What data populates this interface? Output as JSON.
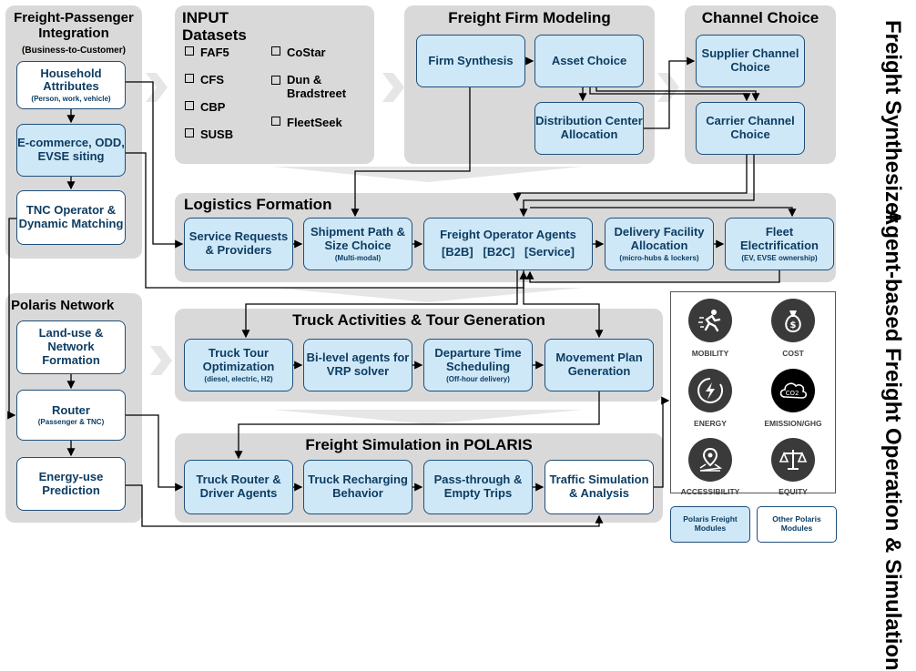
{
  "side_labels": {
    "top": "Freight Synthesizer",
    "bottom": "Agent-based Freight Operation & Simulation"
  },
  "panels": {
    "fpi": {
      "title": "Freight-Passenger Integration",
      "subtitle": "(Business-to-Customer)"
    },
    "input": {
      "title": "INPUT Datasets"
    },
    "ffm": {
      "title": "Freight Firm Modeling"
    },
    "cc": {
      "title": "Channel Choice"
    },
    "lf": {
      "title": "Logistics Formation"
    },
    "polaris": {
      "title": "Polaris Network"
    },
    "truck": {
      "title": "Truck Activities & Tour Generation"
    },
    "fsim": {
      "title": "Freight Simulation in POLARIS"
    }
  },
  "datasets": {
    "col1": [
      "FAF5",
      "CFS",
      "CBP",
      "SUSB"
    ],
    "col2": [
      "CoStar",
      "Dun & Bradstreet",
      "FleetSeek"
    ]
  },
  "boxes": {
    "household": {
      "title": "Household Attributes",
      "sub": "(Person, work, vehicle)"
    },
    "ecommerce": {
      "title": "E-commerce, ODD, EVSE siting",
      "sub": ""
    },
    "tnc": {
      "title": "TNC Operator & Dynamic Matching",
      "sub": ""
    },
    "landuse": {
      "title": "Land-use & Network Formation",
      "sub": ""
    },
    "router": {
      "title": "Router",
      "sub": "(Passenger & TNC)"
    },
    "energy": {
      "title": "Energy-use Prediction",
      "sub": ""
    },
    "firm_synth": {
      "title": "Firm Synthesis",
      "sub": ""
    },
    "asset": {
      "title": "Asset Choice",
      "sub": ""
    },
    "dca": {
      "title": "Distribution Center Allocation",
      "sub": ""
    },
    "supplier": {
      "title": "Supplier Channel Choice",
      "sub": ""
    },
    "carrier": {
      "title": "Carrier Channel Choice",
      "sub": ""
    },
    "service": {
      "title": "Service Requests & Providers",
      "sub": ""
    },
    "shipment": {
      "title": "Shipment Path & Size Choice",
      "sub": "(Multi-modal)"
    },
    "foa": {
      "title": "Freight Operator Agents",
      "sub": ""
    },
    "dfa": {
      "title": "Delivery Facility Allocation",
      "sub": "(micro-hubs & lockers)"
    },
    "fleet": {
      "title": "Fleet Electrification",
      "sub": "(EV, EVSE ownership)"
    },
    "tto": {
      "title": "Truck Tour Optimization",
      "sub": "(diesel, electric, H2)"
    },
    "bilevel": {
      "title": "Bi-level agents for VRP solver",
      "sub": ""
    },
    "dts": {
      "title": "Departure Time Scheduling",
      "sub": "(Off-hour delivery)"
    },
    "mpg": {
      "title": "Movement Plan Generation",
      "sub": ""
    },
    "trda": {
      "title": "Truck Router & Driver Agents",
      "sub": ""
    },
    "trb": {
      "title": "Truck Recharging Behavior",
      "sub": ""
    },
    "pass": {
      "title": "Pass-through & Empty Trips",
      "sub": ""
    },
    "tsa": {
      "title": "Traffic Simulation & Analysis",
      "sub": ""
    }
  },
  "foa_tags": [
    "[B2B]",
    "[B2C]",
    "[Service]"
  ],
  "metrics": [
    {
      "label": "MOBILITY",
      "icon": "mobility-icon"
    },
    {
      "label": "COST",
      "icon": "money-bag-icon"
    },
    {
      "label": "ENERGY",
      "icon": "energy-icon"
    },
    {
      "label": "EMISSION/GHG",
      "icon": "co2-cloud-icon"
    },
    {
      "label": "ACCESSIBILITY",
      "icon": "location-map-icon"
    },
    {
      "label": "EQUITY",
      "icon": "scales-icon"
    }
  ],
  "legend": {
    "freight": "Polaris Freight Modules",
    "other": "Other Polaris Modules"
  },
  "colors": {
    "panel": "#d9d9d9",
    "module_fill": "#cfe8f7",
    "module_border": "#1f4e79",
    "module_text": "#0d3d63",
    "chevron": "#e6e6e6"
  }
}
